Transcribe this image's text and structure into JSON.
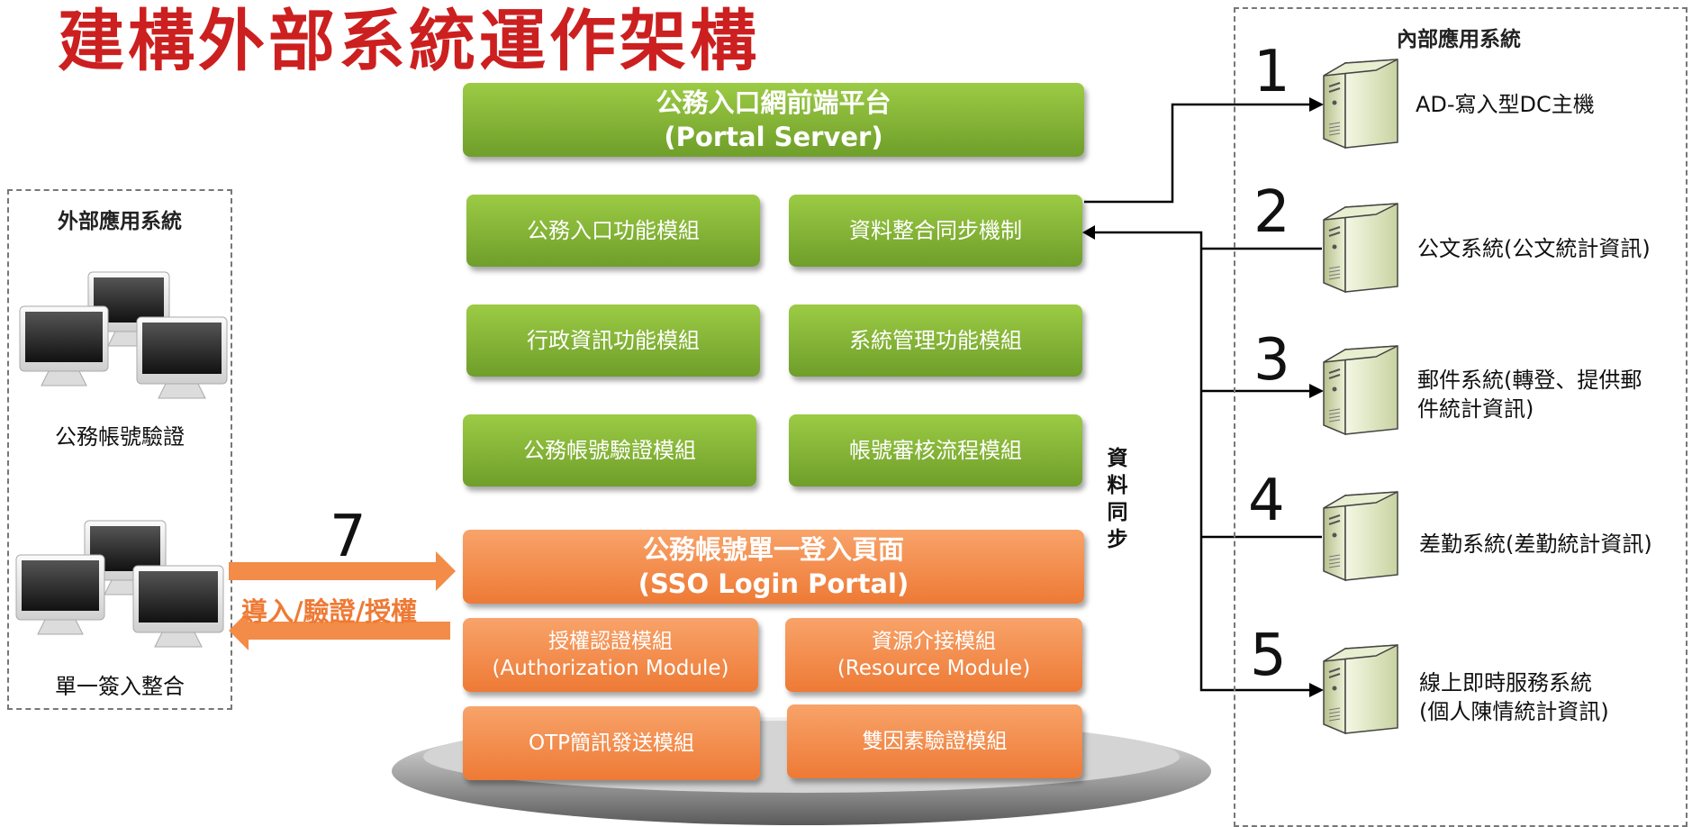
{
  "title": "建構外部系統運作架構",
  "external": {
    "heading": "外部應用系統",
    "group1_label": "公務帳號驗證",
    "group2_label": "單一簽入整合"
  },
  "portal": {
    "header_line1": "公務入口網前端平台",
    "header_line2": "(Portal Server)",
    "modules": [
      "公務入口功能模組",
      "資料整合同步機制",
      "行政資訊功能模組",
      "系統管理功能模組",
      "公務帳號驗證模組",
      "帳號審核流程模組"
    ]
  },
  "sso": {
    "header_line1": "公務帳號單一登入頁面",
    "header_line2": "(SSO Login Portal)",
    "auth_line1": "授權認證模組",
    "auth_line2": "(Authorization Module)",
    "resource_line1": "資源介接模組",
    "resource_line2": "(Resource Module)",
    "otp": "OTP簡訊發送模組",
    "twofactor": "雙因素驗證模組"
  },
  "link7": {
    "number": "7",
    "label": "導入/驗證/授權"
  },
  "sync_label": [
    "資",
    "料",
    "同",
    "步"
  ],
  "internal": {
    "heading": "內部應用系統",
    "systems": [
      {
        "number": "1",
        "line1": "AD-寫入型DC主機",
        "line2": ""
      },
      {
        "number": "2",
        "line1": "公文系統(公文統計資訊)",
        "line2": ""
      },
      {
        "number": "3",
        "line1": "郵件系統(轉登、提供郵",
        "line2": "件統計資訊)"
      },
      {
        "number": "4",
        "line1": "差勤系統(差勤統計資訊)",
        "line2": ""
      },
      {
        "number": "5",
        "line1": "線上即時服務系統",
        "line2": "(個人陳情統計資訊)"
      }
    ]
  },
  "colors": {
    "title": "#cc1f1f",
    "green": "#8bbd3a",
    "orange": "#f28c48",
    "line": "#000000"
  }
}
